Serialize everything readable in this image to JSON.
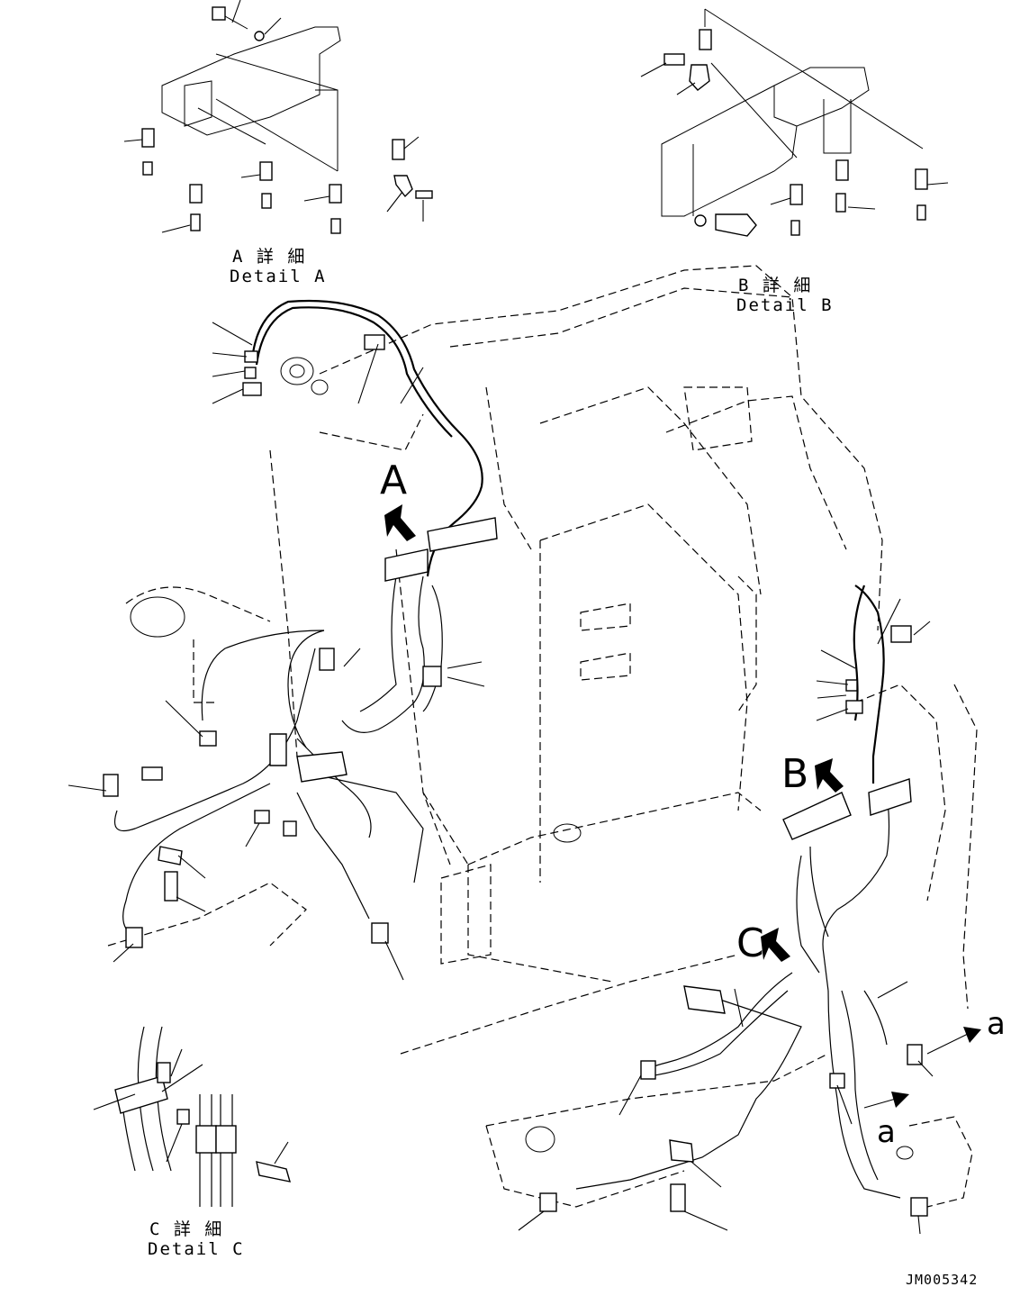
{
  "details": {
    "a": {
      "jp": "A 詳 細",
      "en": "Detail A"
    },
    "b": {
      "jp": "B 詳 細",
      "en": "Detail B"
    },
    "c": {
      "jp": "C 詳 細",
      "en": "Detail C"
    }
  },
  "view_arrows": {
    "a": "A",
    "b": "B",
    "c": "C"
  },
  "connection_marks": {
    "upper": "a",
    "lower": "a"
  },
  "drawing_code": "JM005342"
}
